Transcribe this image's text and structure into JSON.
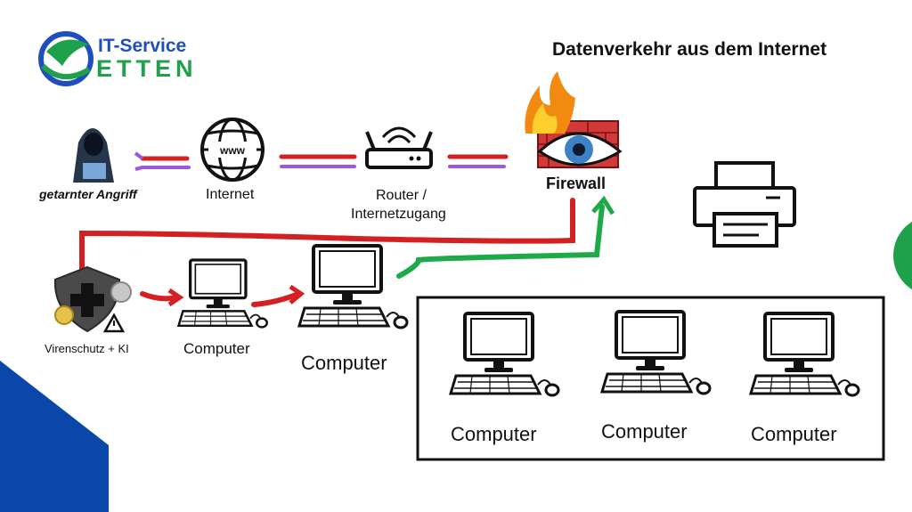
{
  "brand": {
    "line1": "IT-Service",
    "line2": "ETTEN"
  },
  "title": "Datenverkehr aus dem Internet",
  "nodes": {
    "attacker": "getarnter Angriff",
    "internet": "Internet",
    "www": "www",
    "router_line1": "Router /",
    "router_line2": "Internetzugang",
    "firewall": "Firewall",
    "antivirus": "Virenschutz + KI",
    "computer_small": "Computer",
    "computer_main": "Computer",
    "network_computers": [
      "Computer",
      "Computer",
      "Computer"
    ]
  },
  "colors": {
    "brand_blue": "#1f4fbf",
    "brand_green": "#1fa04a",
    "attack_line": "#d42020",
    "purple_line": "#9b59e0",
    "ok_line": "#1faa4a",
    "corner_blue": "#0b47a8",
    "side_green": "#1fa04a"
  },
  "icons": [
    "hacker-icon",
    "globe-icon",
    "router-icon",
    "firewall-eye-icon",
    "shield-virus-icon",
    "computer-icon",
    "printer-icon"
  ]
}
